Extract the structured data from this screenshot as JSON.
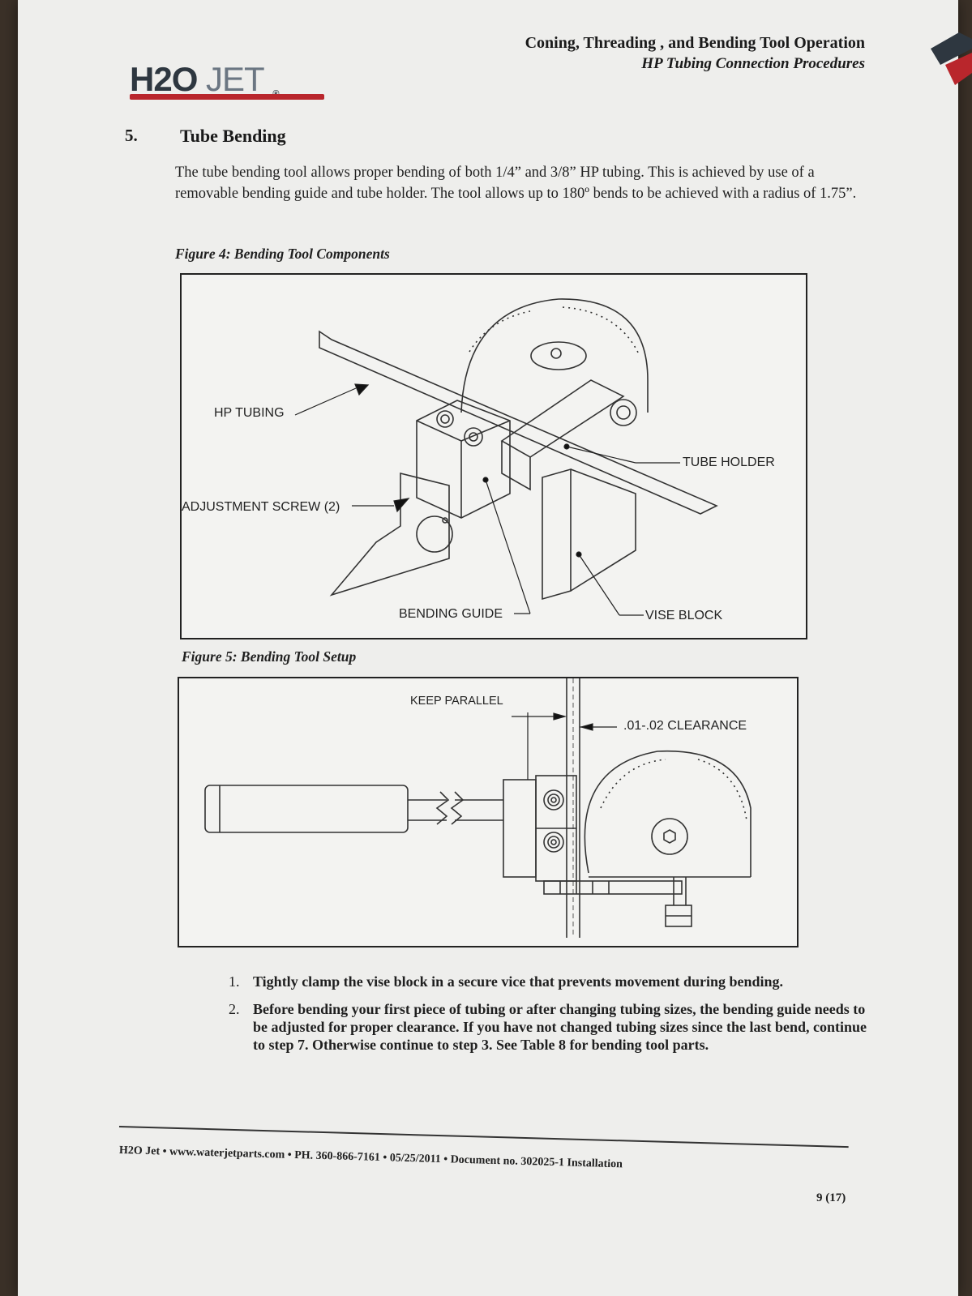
{
  "header": {
    "logo_h2o": "H2O",
    "logo_jet": "JET",
    "logo_reg": "®",
    "title": "Coning, Threading , and Bending Tool Operation",
    "subtitle": "HP Tubing Connection Procedures"
  },
  "section": {
    "number": "5.",
    "title": "Tube Bending",
    "intro": "The tube bending tool allows proper bending of both 1/4” and 3/8” HP tubing. This is achieved by use of a removable bending guide and tube holder. The tool allows up to 180º bends to be achieved with a radius of 1.75”."
  },
  "figure4": {
    "caption": "Figure 4: Bending Tool Components",
    "labels": {
      "hp_tubing": "HP TUBING",
      "adjustment_screw": "ADJUSTMENT SCREW (2)",
      "bending_guide": "BENDING GUIDE",
      "tube_holder": "TUBE HOLDER",
      "vise_block": "VISE BLOCK"
    }
  },
  "figure5": {
    "caption": "Figure 5: Bending Tool Setup",
    "labels": {
      "keep_parallel": "KEEP PARALLEL",
      "clearance": ".01-.02 CLEARANCE"
    }
  },
  "steps": [
    {
      "num": "1.",
      "text": "Tightly clamp the vise block in a secure vice that prevents movement during bending."
    },
    {
      "num": "2.",
      "text": "Before bending your first piece of tubing or after changing tubing sizes, the bending guide needs to be adjusted for proper clearance. If you have not changed tubing sizes since the last bend, continue to step 7. Otherwise continue to step 3. See Table 8 for bending tool parts."
    }
  ],
  "footer": {
    "text": "H2O Jet • www.waterjetparts.com • PH. 360-866-7161 • 05/25/2011 • Document no. 302025-1 Installation",
    "page": "9 (17)"
  },
  "colors": {
    "brand_red": "#b9262c",
    "brand_dark": "#2e3740",
    "paper": "#eeeeec"
  }
}
